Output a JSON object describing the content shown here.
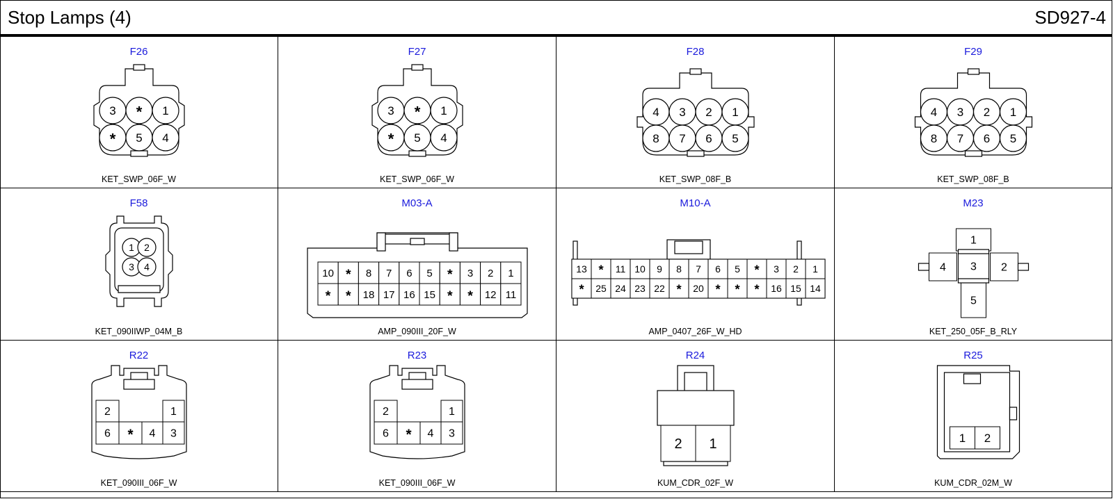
{
  "header": {
    "title": "Stop Lamps (4)",
    "code": "SD927-4"
  },
  "connectors": [
    {
      "id": "F26",
      "type": "KET_SWP_06F_W",
      "pins_top": [
        "3",
        "*",
        "1"
      ],
      "pins_bottom": [
        "*",
        "5",
        "4"
      ]
    },
    {
      "id": "F27",
      "type": "KET_SWP_06F_W",
      "pins_top": [
        "3",
        "*",
        "1"
      ],
      "pins_bottom": [
        "*",
        "5",
        "4"
      ]
    },
    {
      "id": "F28",
      "type": "KET_SWP_08F_B",
      "pins_top": [
        "4",
        "3",
        "2",
        "1"
      ],
      "pins_bottom": [
        "8",
        "7",
        "6",
        "5"
      ]
    },
    {
      "id": "F29",
      "type": "KET_SWP_08F_B",
      "pins_top": [
        "4",
        "3",
        "2",
        "1"
      ],
      "pins_bottom": [
        "8",
        "7",
        "6",
        "5"
      ]
    },
    {
      "id": "F58",
      "type": "KET_090IIWP_04M_B",
      "pins_top": [
        "1",
        "2"
      ],
      "pins_bottom": [
        "3",
        "4"
      ]
    },
    {
      "id": "M03-A",
      "type": "AMP_090III_20F_W",
      "pins_top": [
        "10",
        "*",
        "8",
        "7",
        "6",
        "5",
        "*",
        "3",
        "2",
        "1"
      ],
      "pins_bottom": [
        "*",
        "*",
        "18",
        "17",
        "16",
        "15",
        "*",
        "*",
        "12",
        "11"
      ]
    },
    {
      "id": "M10-A",
      "type": "AMP_0407_26F_W_HD",
      "pins_top": [
        "13",
        "*",
        "11",
        "10",
        "9",
        "8",
        "7",
        "6",
        "5",
        "*",
        "3",
        "2",
        "1"
      ],
      "pins_bottom": [
        "*",
        "25",
        "24",
        "23",
        "22",
        "*",
        "20",
        "*",
        "*",
        "*",
        "16",
        "15",
        "14"
      ]
    },
    {
      "id": "M23",
      "type": "KET_250_05F_B_RLY",
      "pins": [
        "1",
        "4",
        "3",
        "2",
        "5"
      ]
    },
    {
      "id": "R22",
      "type": "KET_090III_06F_W",
      "pins_top": [
        "2",
        "1"
      ],
      "pins_bottom": [
        "6",
        "*",
        "4",
        "3"
      ]
    },
    {
      "id": "R23",
      "type": "KET_090III_06F_W",
      "pins_top": [
        "2",
        "1"
      ],
      "pins_bottom": [
        "6",
        "*",
        "4",
        "3"
      ]
    },
    {
      "id": "R24",
      "type": "KUM_CDR_02F_W",
      "pins": [
        "2",
        "1"
      ]
    },
    {
      "id": "R25",
      "type": "KUM_CDR_02M_W",
      "pins": [
        "1",
        "2"
      ]
    }
  ]
}
